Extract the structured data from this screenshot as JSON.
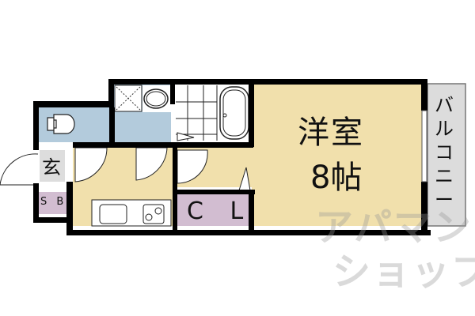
{
  "floorplan": {
    "rooms": {
      "western_room": {
        "name": "洋室",
        "size": "8帖"
      },
      "closet": {
        "label": "C L"
      },
      "shoe_box": {
        "label": "S B"
      },
      "entrance": {
        "label": "玄"
      },
      "balcony": {
        "label": "バルコニー",
        "chars": [
          "バ",
          "ル",
          "コ",
          "ニ",
          "ー"
        ]
      }
    },
    "colors": {
      "wall": "#000000",
      "western_room_floor": "#f1e0ac",
      "kitchen_floor": "#f1e0ac",
      "wet_area_floor": "#b3cbdc",
      "closet_floor": "#d2bdd1",
      "balcony_floor": "#dcdcdc",
      "entrance_floor": "#dddddd"
    }
  },
  "watermark": {
    "line1": "アパマン",
    "line2": "ショップ"
  }
}
